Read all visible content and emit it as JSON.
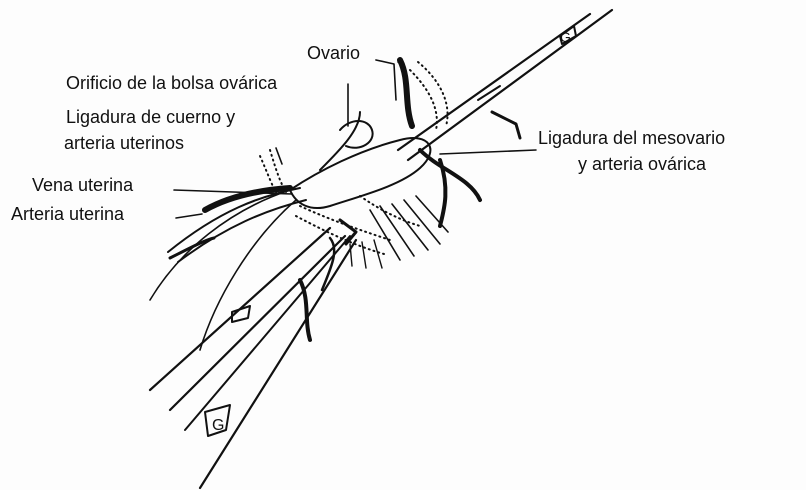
{
  "labels": {
    "ovario": "Ovario",
    "orificio_bolsa_ovarica": "Orificio de la bolsa ovárica",
    "ligadura_cuerno_line1": "Ligadura de cuerno y",
    "ligadura_cuerno_line2": "arteria uterinos",
    "ligadura_mesovario_line1": "Ligadura del mesovario",
    "ligadura_mesovario_line2": "y arteria ovárica",
    "vena_uterina": "Vena uterina",
    "arteria_uterina": "Arteria uterina"
  },
  "colors": {
    "ink": "#111111",
    "paper": "#fdfdfd"
  },
  "icons": {
    "forceps_mark": "G"
  }
}
